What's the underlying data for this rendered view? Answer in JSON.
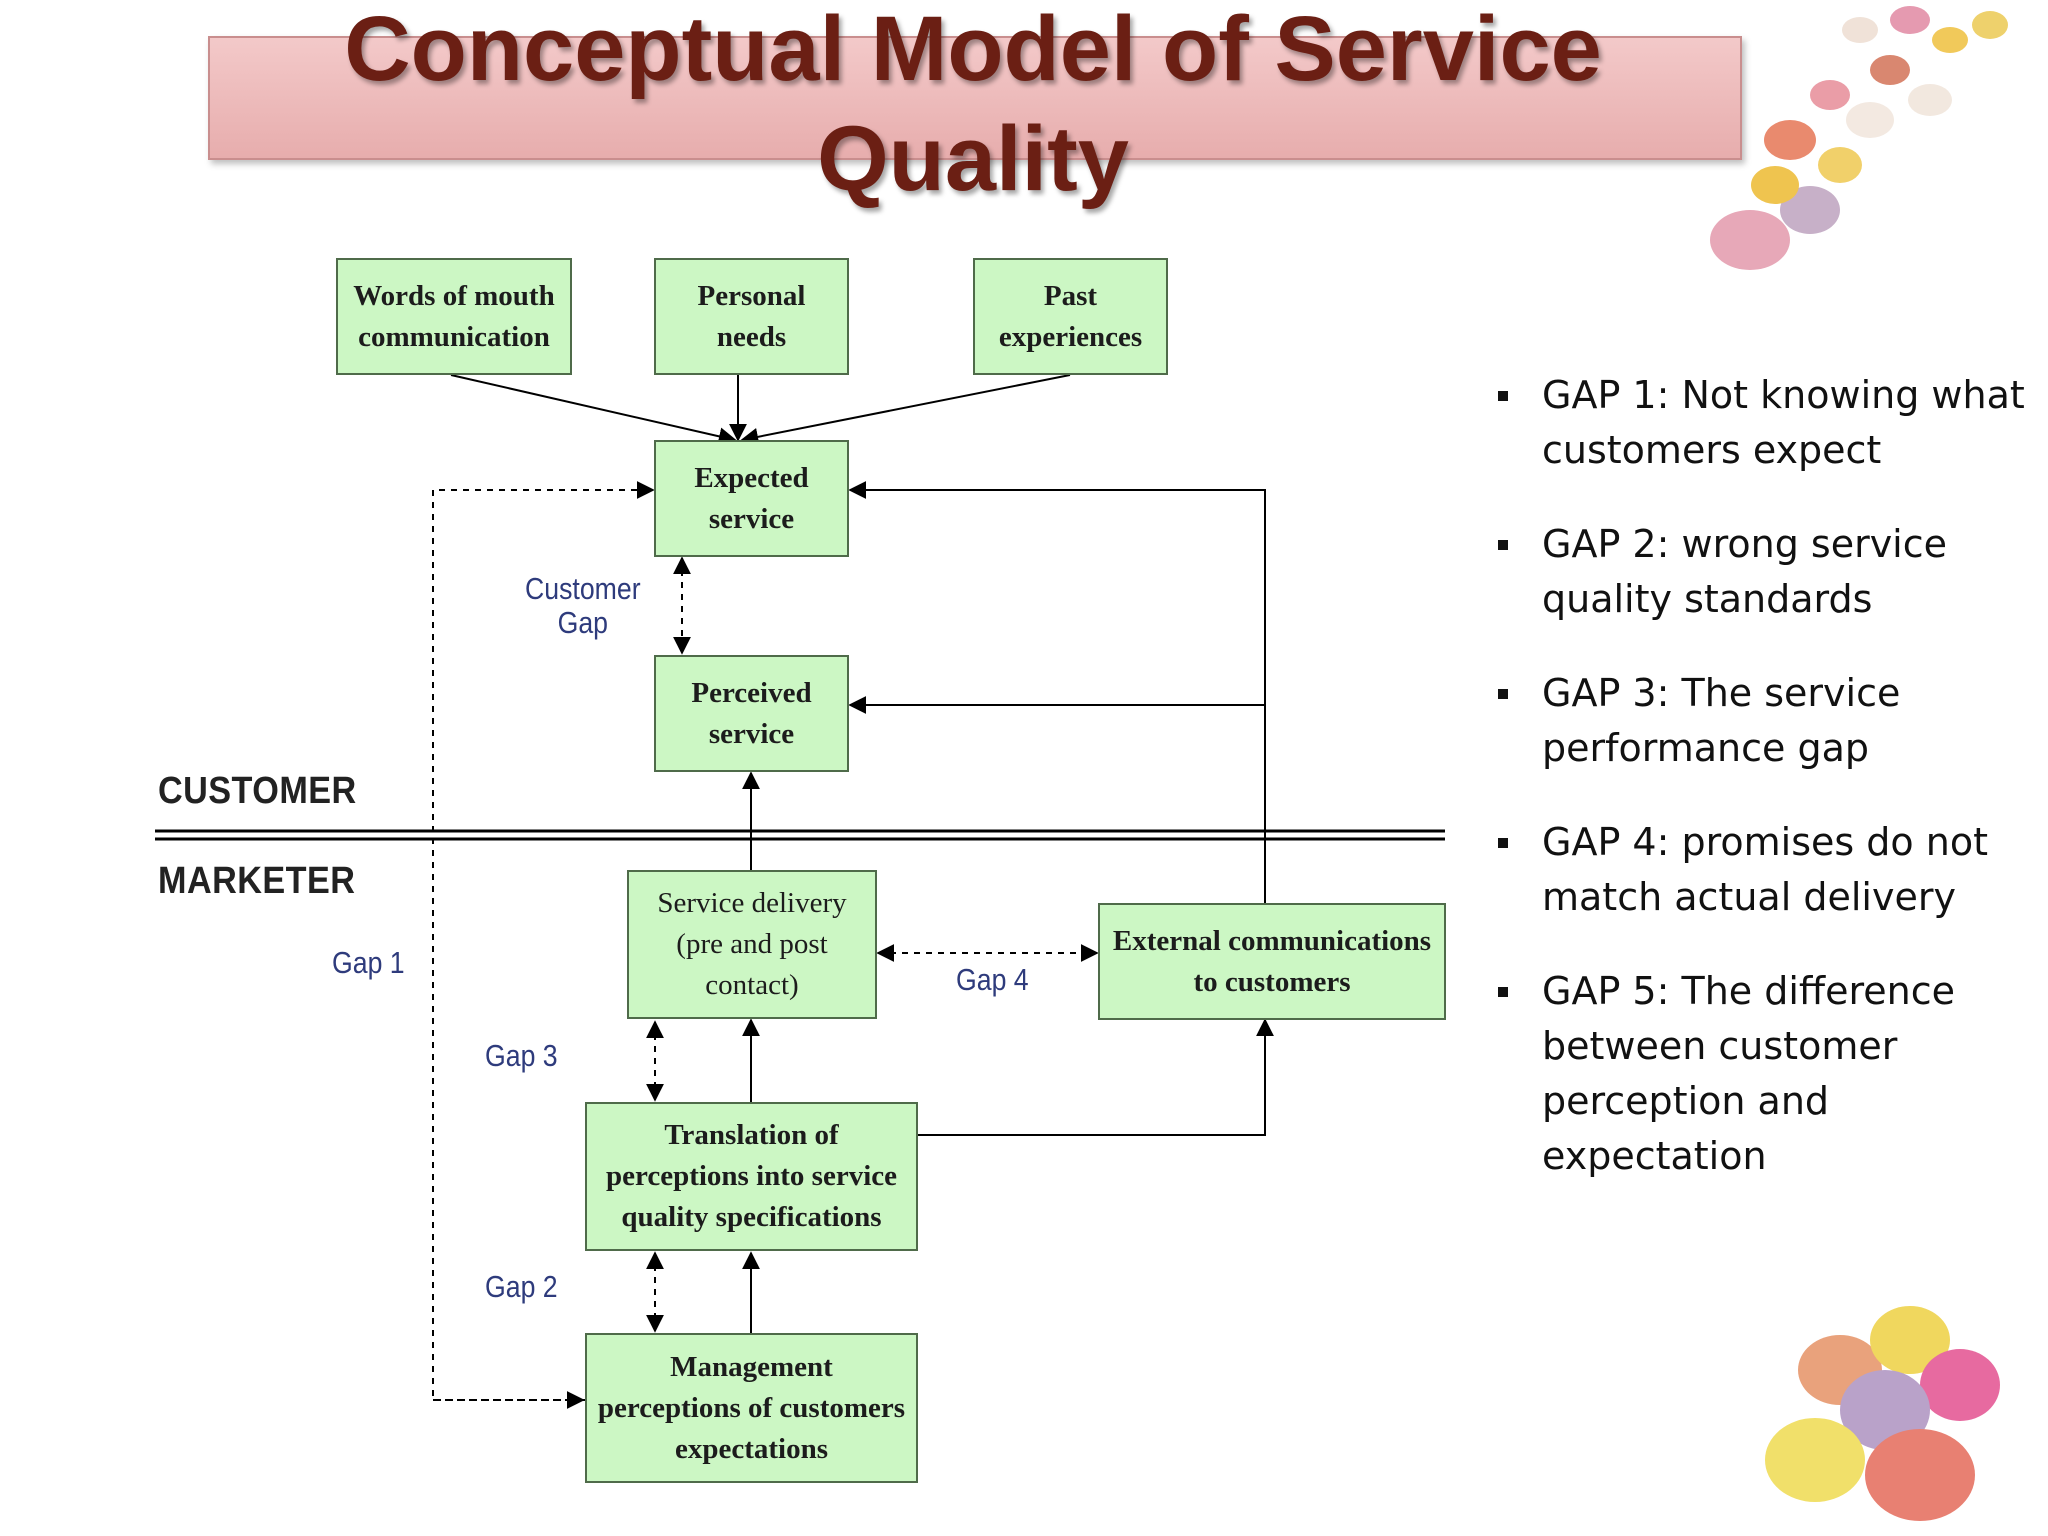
{
  "title": "Conceptual Model of Service Quality",
  "diagram": {
    "nodes": {
      "words_of_mouth": "Words of mouth\ncommunication",
      "personal_needs": "Personal\nneeds",
      "past_experiences": "Past\nexperiences",
      "expected_service": "Expected\nservice",
      "perceived_service": "Perceived\nservice",
      "service_delivery": "Service delivery\n(pre and post\ncontact)",
      "external_communications": "External communications\nto customers",
      "translation": "Translation of\nperceptions into service\nquality specifications",
      "management_perceptions": "Management\nperceptions of customers\nexpectations"
    },
    "regions": {
      "customer": "CUSTOMER",
      "marketer": "MARKETER"
    },
    "gaps": {
      "customer_gap": "Customer\nGap",
      "gap1": "Gap 1",
      "gap2": "Gap 2",
      "gap3": "Gap 3",
      "gap4": "Gap 4"
    }
  },
  "gap_descriptions": [
    "GAP 1: Not knowing what customers expect",
    "GAP 2: wrong service quality standards",
    "GAP 3: The service performance gap",
    "GAP 4: promises do not match actual delivery",
    "GAP 5: The difference between customer perception and expectation"
  ],
  "colors": {
    "node_fill": "#ccf7c4",
    "title_text": "#6b1f14",
    "title_bar": "#f0c0c0",
    "gap_label": "#2e3b7c"
  }
}
